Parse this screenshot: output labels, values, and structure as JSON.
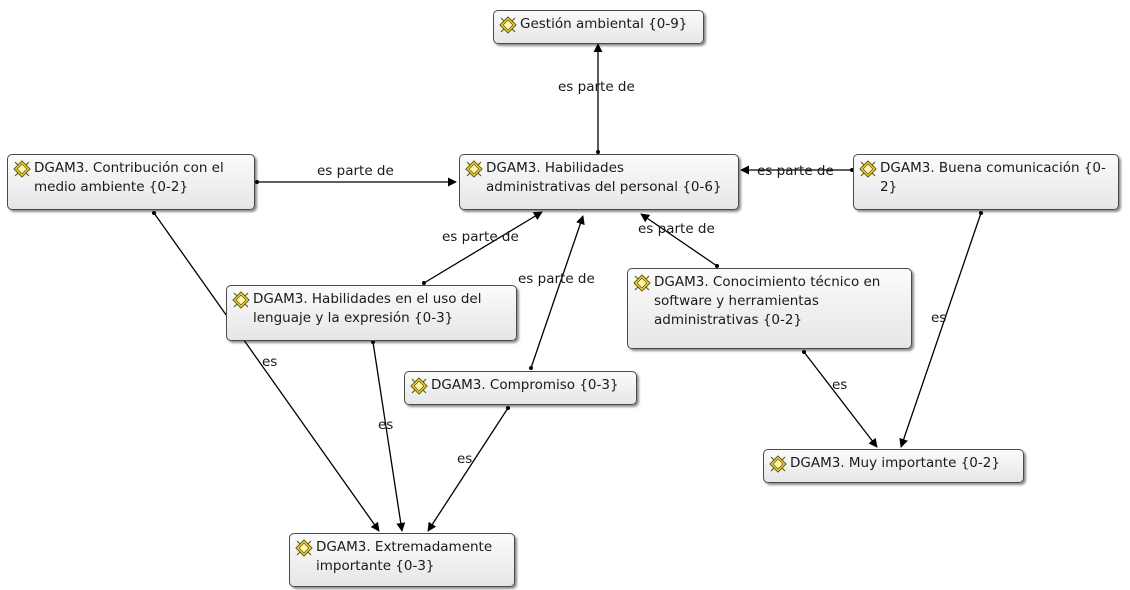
{
  "nodes": {
    "gestion": "Gestión ambiental {0-9}",
    "habilidades_admin": "DGAM3. Habilidades administrativas del personal {0-6}",
    "contribucion": "DGAM3. Contribución con el medio ambiente {0-2}",
    "buena_comunicacion": "DGAM3. Buena comunicación {0-2}",
    "lenguaje": "DGAM3. Habilidades en el uso del lenguaje y la expresión {0-3}",
    "conocimiento": "DGAM3. Conocimiento técnico en software y herramientas administrativas {0-2}",
    "compromiso": "DGAM3. Compromiso {0-3}",
    "muy_importante": "DGAM3. Muy importante {0-2}",
    "extremadamente": "DGAM3. Extremadamente importante {0-3}"
  },
  "edge_labels": {
    "parte_gestion": "es parte de",
    "parte_contribucion": "es parte de",
    "parte_buena": "es parte de",
    "parte_lenguaje": "es parte de",
    "parte_conocimiento": "es parte de",
    "parte_compromiso": "es parte de",
    "es_contribucion": "es",
    "es_lenguaje": "es",
    "es_compromiso": "es",
    "es_conocimiento": "es",
    "es_buena": "es"
  },
  "icon": "code-node-icon",
  "colors": {
    "node_border": "#4a4a4a",
    "edge": "#000000",
    "icon_fill": "#f2dc3c"
  }
}
